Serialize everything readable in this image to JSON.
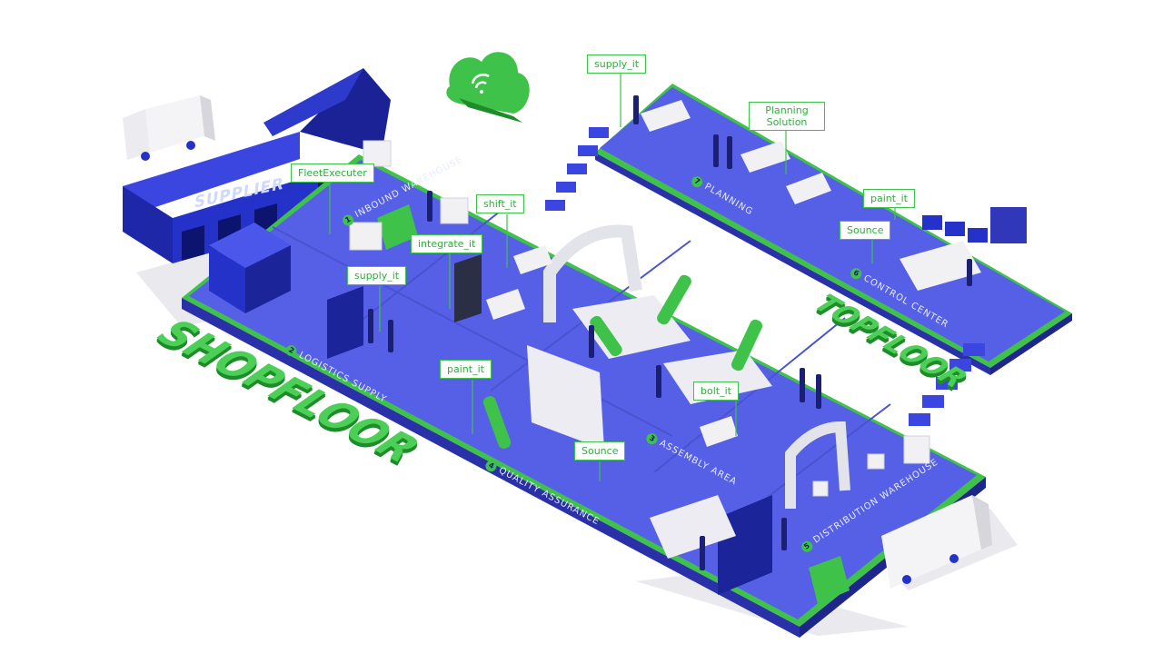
{
  "labels": {
    "shopfloor": "SHOPFLOOR",
    "topfloor": "TOPFLOOR",
    "supplier": "SUPPLIER"
  },
  "zones": [
    {
      "num": "1",
      "name": "INBOUND WAREHOUSE"
    },
    {
      "num": "2",
      "name": "LOGISTICS SUPPLY"
    },
    {
      "num": "3",
      "name": "ASSEMBLY AREA"
    },
    {
      "num": "4",
      "name": "QUALITY ASSURANCE"
    },
    {
      "num": "5",
      "name": "DISTRIBUTION WAREHOUSE"
    },
    {
      "num": "6",
      "name": "CONTROL CENTER"
    },
    {
      "num": "7",
      "name": "PLANNING"
    }
  ],
  "callouts": {
    "fleet_executer": "FleetExecuter",
    "supply_it_top": "supply_it",
    "planning_solution": "Planning Solution",
    "paint_it_top": "paint_it",
    "sounce_top": "Sounce",
    "shift_it": "shift_it",
    "integrate_it": "integrate_it",
    "supply_it_shop": "supply_it",
    "paint_it_shop": "paint_it",
    "bolt_it": "bolt_it",
    "sounce_shop": "Sounce"
  },
  "colors": {
    "floor_blue": "#5560e6",
    "floor_side": "#3037b8",
    "accent_green": "#3fc24a",
    "supplier_blue": "#2532c9"
  },
  "icons": [
    "cloud-wifi-icon"
  ]
}
